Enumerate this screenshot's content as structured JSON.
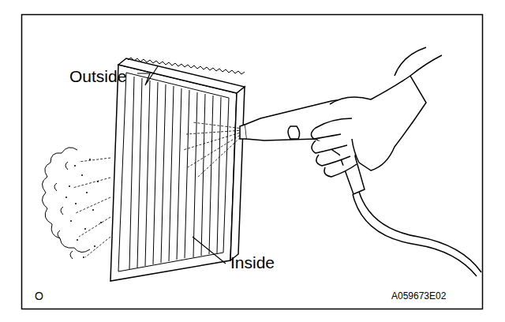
{
  "diagram": {
    "labels": [
      "Outside",
      "Inside",
      "O",
      "A059673E02"
    ]
  }
}
